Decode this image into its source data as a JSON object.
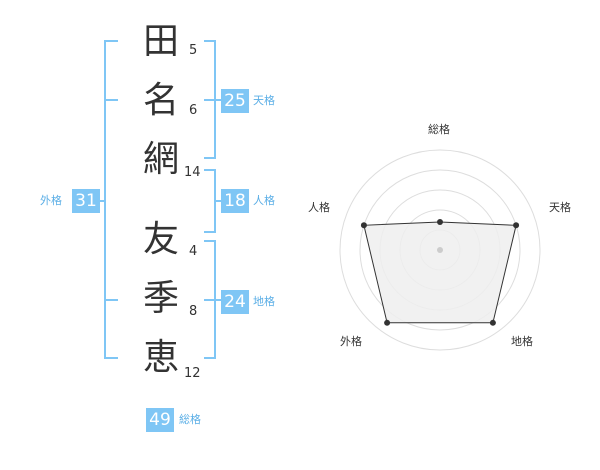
{
  "surname": [
    {
      "char": "田",
      "strokes": "5"
    },
    {
      "char": "名",
      "strokes": "6"
    },
    {
      "char": "網",
      "strokes": "14"
    }
  ],
  "given_name": [
    {
      "char": "友",
      "strokes": "4"
    },
    {
      "char": "季",
      "strokes": "8"
    },
    {
      "char": "恵",
      "strokes": "12"
    }
  ],
  "fortunes": {
    "tenkaku": {
      "value": "25",
      "label": "天格"
    },
    "jinkaku": {
      "value": "18",
      "label": "人格"
    },
    "chikaku": {
      "value": "24",
      "label": "地格"
    },
    "gaikaku": {
      "value": "31",
      "label": "外格"
    },
    "soukaku": {
      "value": "49",
      "label": "総格"
    }
  },
  "radar": {
    "axes": [
      "総格",
      "天格",
      "地格",
      "外格",
      "人格"
    ],
    "levels": 5,
    "values": [
      1.4,
      4.0,
      4.5,
      4.5,
      4.0
    ],
    "fill_color": "#eeeeee",
    "line_color": "#333333",
    "grid_color": "#dddddd"
  },
  "colors": {
    "accent": "#7fc6f5",
    "bracket": "#7fc6f5",
    "label": "#5aaee6"
  }
}
